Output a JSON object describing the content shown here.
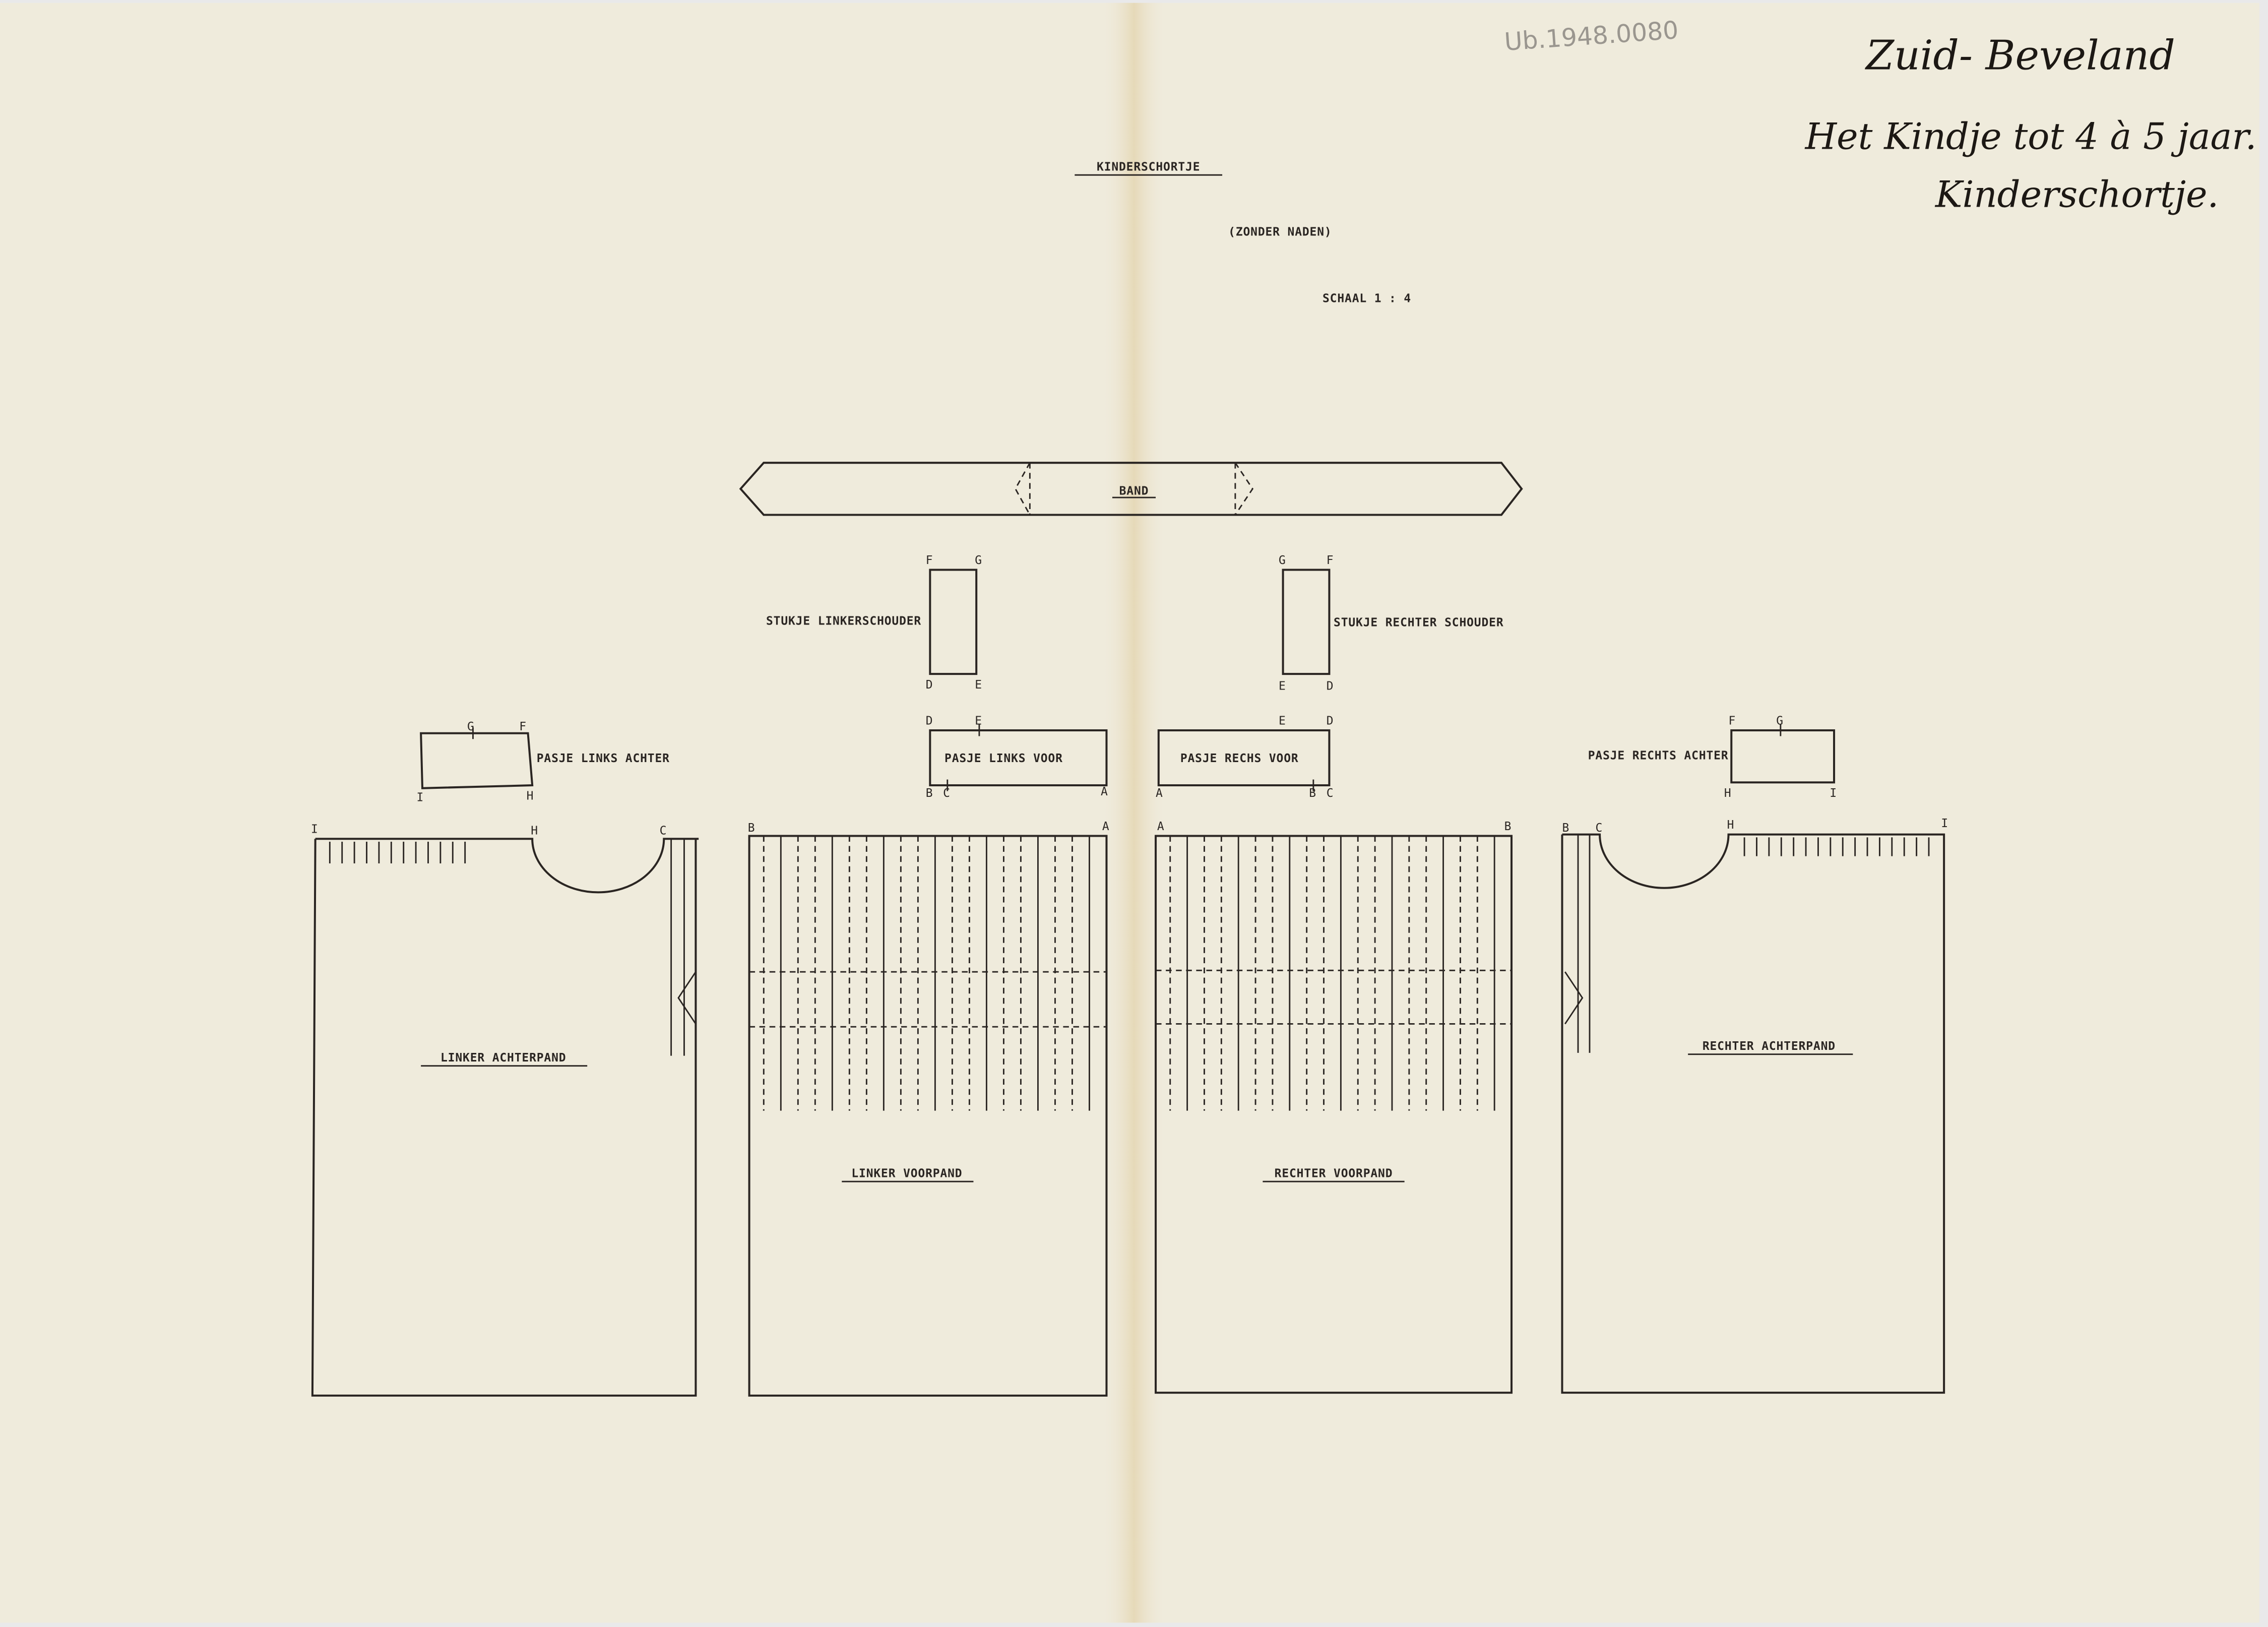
{
  "catalog_number": "Ub.1948.0080",
  "handwritten": {
    "region": "Zuid- Beveland",
    "subject": "Het Kindje tot 4 à 5 jaar.",
    "item": "Kinderschortje."
  },
  "title": "KINDERSCHORTJE",
  "subtitle": "(ZONDER NADEN)",
  "scale": "SCHAAL 1 : 4",
  "pieces": {
    "band": "BAND",
    "stukje_links": "STUKJE LINKERSCHOUDER",
    "stukje_rechts": "STUKJE RECHTER SCHOUDER",
    "pasje_links_voor": "PASJE LINKS VOOR",
    "pasje_rechs_voor": "PASJE RECHS VOOR",
    "pasje_links_achter": "PASJE LINKS ACHTER",
    "pasje_rechts_achter": "PASJE RECHTS ACHTER",
    "linker_achterpand": "LINKER ACHTERPAND",
    "linker_voorpand": "LINKER VOORPAND",
    "rechter_voorpand": "RECHTER VOORPAND",
    "rechter_achterpand": "RECHTER ACHTERPAND"
  },
  "letters": {
    "A": "A",
    "B": "B",
    "C": "C",
    "D": "D",
    "E": "E",
    "F": "F",
    "G": "G",
    "H": "H",
    "I": "I"
  }
}
